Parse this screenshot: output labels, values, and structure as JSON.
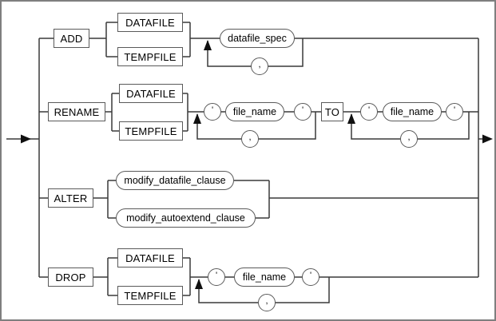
{
  "diagram": {
    "type": "railroad-syntax-diagram",
    "rows": {
      "add": {
        "keyword": "ADD",
        "datafile": "DATAFILE",
        "tempfile": "TEMPFILE",
        "operand": "datafile_spec",
        "separator": ","
      },
      "rename": {
        "keyword": "RENAME",
        "datafile": "DATAFILE",
        "tempfile": "TEMPFILE",
        "quote": "'",
        "source_file": "file_name",
        "to": "TO",
        "target_file": "file_name",
        "separator": ","
      },
      "alter": {
        "keyword": "ALTER",
        "option1": "modify_datafile_clause",
        "option2": "modify_autoextend_clause"
      },
      "drop": {
        "keyword": "DROP",
        "datafile": "DATAFILE",
        "tempfile": "TEMPFILE",
        "quote": "'",
        "file": "file_name",
        "separator": ","
      }
    },
    "colors": {
      "line": "#3a3a3a",
      "node_border": "#5a5a5a",
      "outer_border": "#7f7f7f",
      "arrow": "#101010",
      "background": "#ffffff",
      "text": "#000000"
    }
  }
}
